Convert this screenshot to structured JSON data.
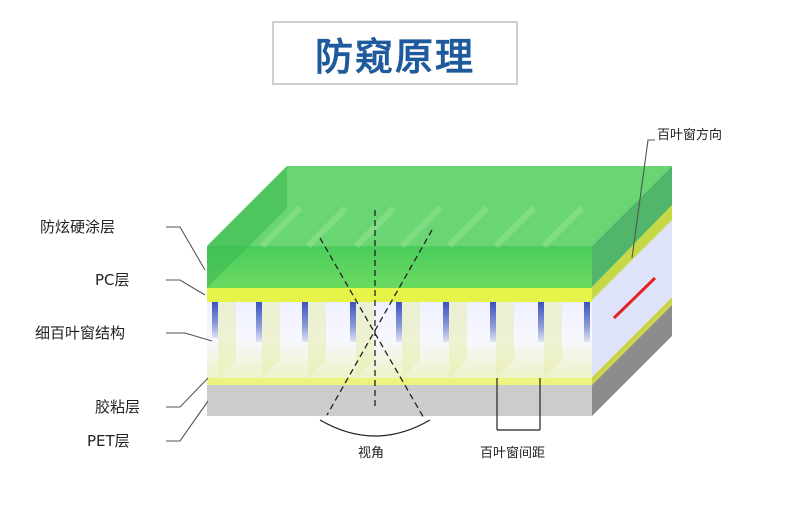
{
  "title": "防窥原理",
  "labels": {
    "hard_coat": "防炫硬涂层",
    "pc": "PC层",
    "louver": "细百叶窗结构",
    "adhesive": "胶粘层",
    "pet": "PET层",
    "louver_direction": "百叶窗方向",
    "view_angle": "视角",
    "louver_spacing": "百叶窗间距"
  },
  "colors": {
    "title": "#1e5a9c",
    "hard_coat": "#3fd04a",
    "pc": "#e9f35a",
    "louver_slat": "#4a62c8",
    "pet": "#cfcfcf",
    "direction_line": "#e52222"
  }
}
